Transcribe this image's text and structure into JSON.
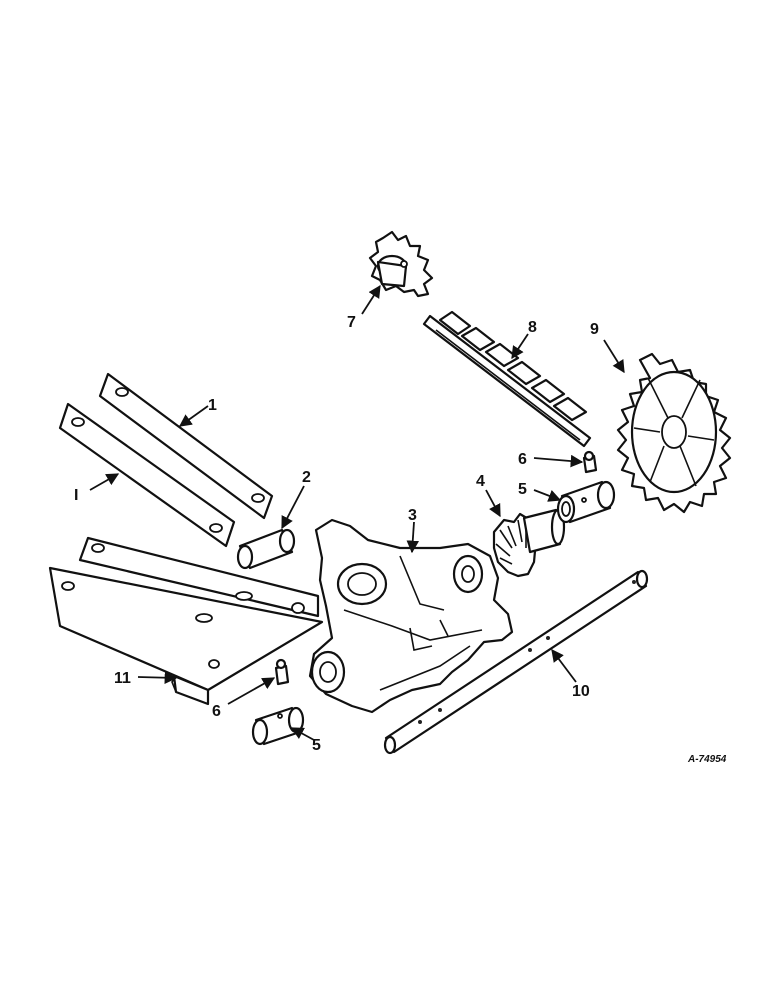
{
  "labels": {
    "part_1_upper": "1",
    "part_1_lower": "I",
    "part_2": "2",
    "part_3": "3",
    "part_4": "4",
    "part_5_upper": "5",
    "part_5_lower": "5",
    "part_6_upper": "6",
    "part_6_lower": "6",
    "part_7": "7",
    "part_8": "8",
    "part_9": "9",
    "part_10": "10",
    "part_11": "11"
  },
  "drawing_number": "A-74954"
}
